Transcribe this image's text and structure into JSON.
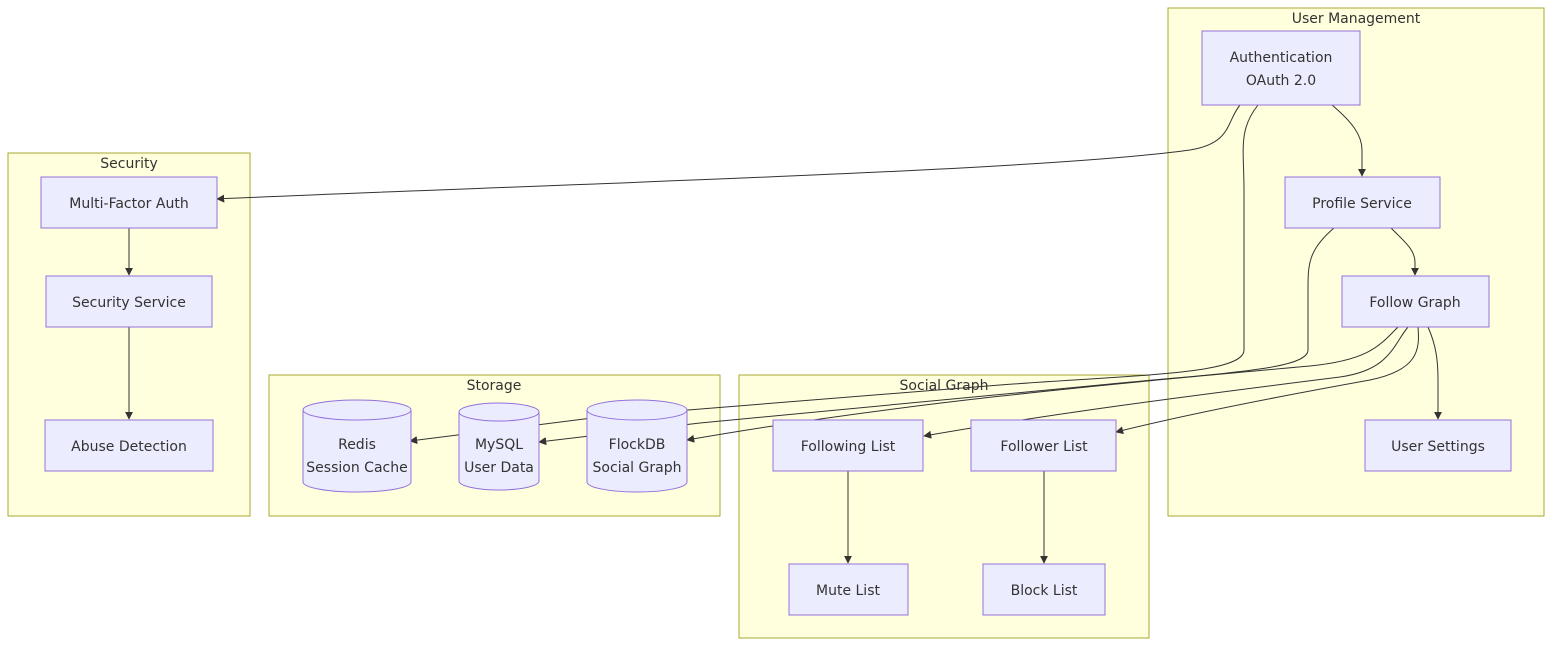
{
  "clusters": {
    "user_management": "User Management",
    "security": "Security",
    "storage": "Storage",
    "social_graph": "Social Graph"
  },
  "nodes": {
    "authentication": [
      "Authentication",
      "OAuth 2.0"
    ],
    "profile_service": "Profile Service",
    "follow_graph": "Follow Graph",
    "user_settings": "User Settings",
    "multi_factor_auth": "Multi-Factor Auth",
    "security_service": "Security Service",
    "abuse_detection": "Abuse Detection",
    "redis": [
      "Redis",
      "Session Cache"
    ],
    "mysql": [
      "MySQL",
      "User Data"
    ],
    "flockdb": [
      "FlockDB",
      "Social Graph"
    ],
    "following_list": "Following List",
    "follower_list": "Follower List",
    "mute_list": "Mute List",
    "block_list": "Block List"
  },
  "edges": [
    {
      "from": "Authentication",
      "to": "Profile Service"
    },
    {
      "from": "Authentication",
      "to": "Multi-Factor Auth"
    },
    {
      "from": "Authentication",
      "to": "Redis"
    },
    {
      "from": "Profile Service",
      "to": "Follow Graph"
    },
    {
      "from": "Profile Service",
      "to": "MySQL"
    },
    {
      "from": "Follow Graph",
      "to": "User Settings"
    },
    {
      "from": "Follow Graph",
      "to": "FlockDB"
    },
    {
      "from": "Follow Graph",
      "to": "Following List"
    },
    {
      "from": "Follow Graph",
      "to": "Follower List"
    },
    {
      "from": "Multi-Factor Auth",
      "to": "Security Service"
    },
    {
      "from": "Security Service",
      "to": "Abuse Detection"
    },
    {
      "from": "Following List",
      "to": "Mute List"
    },
    {
      "from": "Follower List",
      "to": "Block List"
    }
  ],
  "colors": {
    "cluster_fill": "#ffffde",
    "cluster_stroke": "#aaaa33",
    "node_fill": "#ececff",
    "node_stroke": "#9370db",
    "edge": "#333333"
  }
}
